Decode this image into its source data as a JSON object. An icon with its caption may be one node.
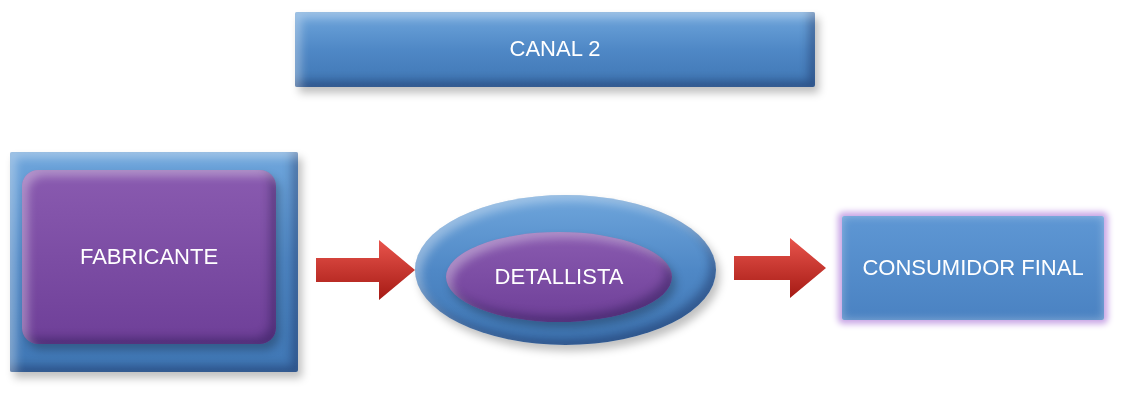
{
  "diagram": {
    "nodes": [
      {
        "text": [
          "CANAL 2"
        ]
      },
      {
        "text": [],
        "shape": "box"
      },
      {
        "text": [
          "FABRICANTE"
        ],
        "in": 1
      },
      {
        "text": [],
        "shape": "ellipse"
      },
      {
        "text": [
          "DETALLISTA"
        ],
        "in": 3
      },
      {
        "text": [
          "CONSUMIDOR FINAL"
        ]
      }
    ],
    "edges": [
      {
        "from": 1,
        "to": 3,
        "arrow": "to"
      },
      {
        "from": 3,
        "to": 5,
        "arrow": "to"
      }
    ]
  }
}
